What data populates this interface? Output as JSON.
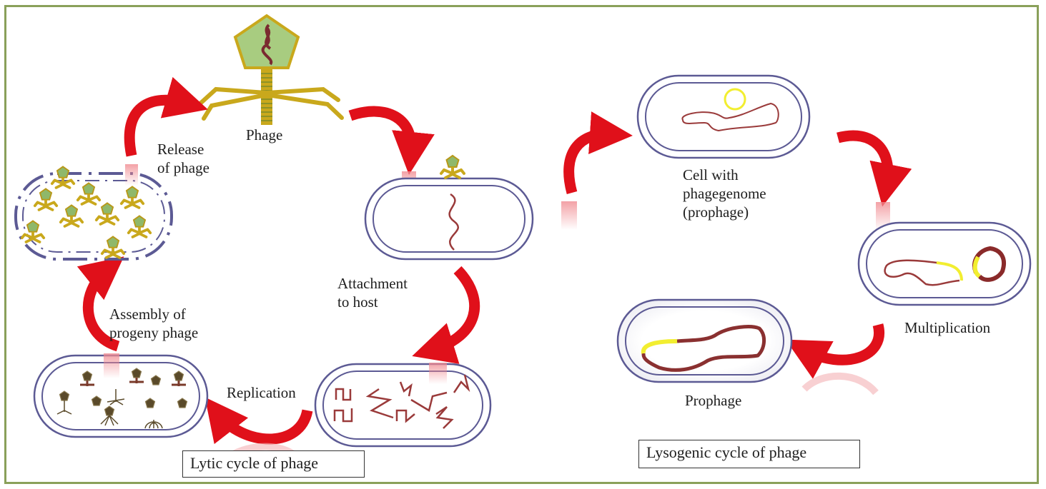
{
  "diagram": {
    "title_lytic": "Lytic cycle of phage",
    "title_lysogenic": "Lysogenic cycle of phage",
    "colors": {
      "frame": "#8aa05a",
      "arrow": "#e0101a",
      "cell_wall": "#5c5a94",
      "phage_head": "#a8cc80",
      "phage_tail": "#c9a81c",
      "dna": "#9a3a3a",
      "prophage_insert": "#f2ee30"
    },
    "lytic": {
      "steps": [
        {
          "id": "phage",
          "label": "Phage"
        },
        {
          "id": "attachment",
          "label": "Attachment\nto host"
        },
        {
          "id": "replication",
          "label": "Replication"
        },
        {
          "id": "assembly",
          "label": "Assembly of\nprogeny phage"
        },
        {
          "id": "release",
          "label": "Release\nof phage"
        }
      ]
    },
    "lysogenic": {
      "steps": [
        {
          "id": "cell-with-genome",
          "label": "Cell with\nphagegenome\n(prophage)"
        },
        {
          "id": "multiplication",
          "label": "Multiplication"
        },
        {
          "id": "prophage",
          "label": "Prophage"
        }
      ]
    }
  }
}
